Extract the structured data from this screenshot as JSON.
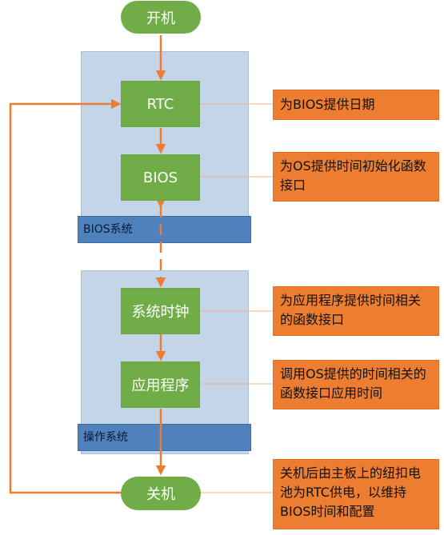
{
  "start": {
    "label": "开机"
  },
  "end": {
    "label": "关机"
  },
  "bios_panel": {
    "label": "BIOS系统"
  },
  "os_panel": {
    "label": "操作系统"
  },
  "steps": {
    "rtc": "RTC",
    "bios": "BIOS",
    "system_clock": "系统时钟",
    "application": "应用程序"
  },
  "notes": {
    "rtc": "为BIOS提供日期",
    "bios": "为OS提供时间初始化函数接口",
    "system_clock": "为应用程序提供时间相关的函数接口",
    "application": "调用OS提供的时间相关的函数接口应用时间",
    "shutdown": "关机后由主板上的纽扣电池为RTC供电，以维持BIOS时间和配置"
  },
  "colors": {
    "node_green": "#70ad47",
    "note_orange": "#ed7d31",
    "panel_fill": "#c5d5e8",
    "panel_bar": "#4f81bd",
    "arrow": "#ed7d31"
  }
}
